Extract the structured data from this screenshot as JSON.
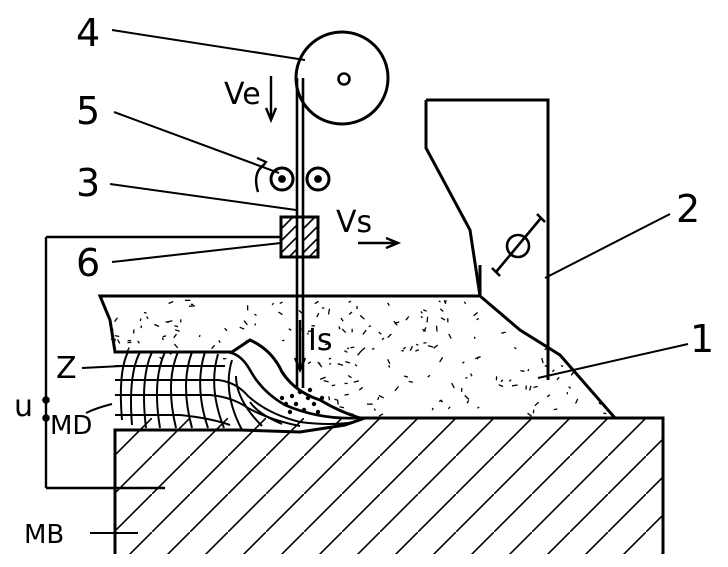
{
  "labels": {
    "n1": "1",
    "n2": "2",
    "n3": "3",
    "n4": "4",
    "n5": "5",
    "n6": "6",
    "ve": "Ve",
    "vs": "Vs",
    "is": "Is",
    "z": "Z",
    "u": "u",
    "md": "MD",
    "mb": "MB"
  },
  "colors": {
    "ink": "#000000",
    "paper": "#ffffff"
  }
}
